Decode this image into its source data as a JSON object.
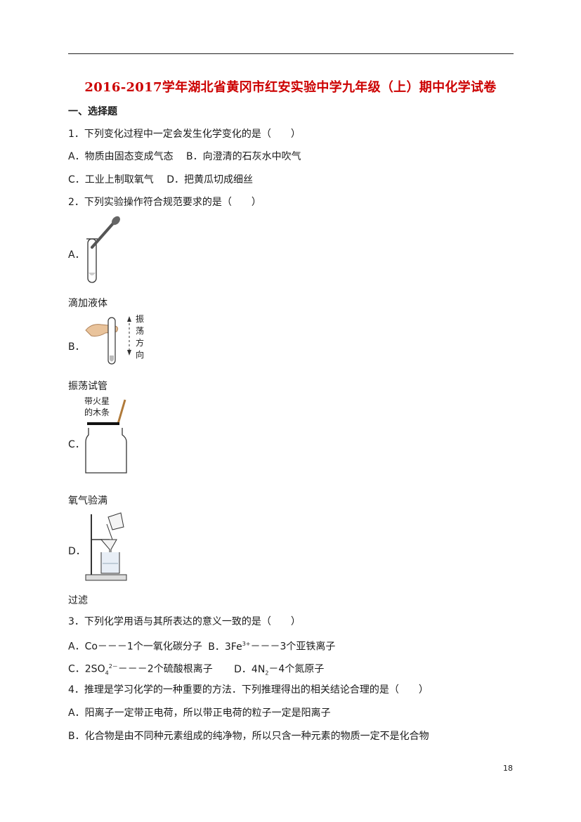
{
  "header": {
    "title": "2016-2017学年湖北省黄冈市红安实验中学九年级（上）期中化学试卷"
  },
  "section1": "一、选择题",
  "q1": {
    "stem": "1．下列变化过程中一定会发生化学变化的是（　　）",
    "line_ab": "A．物质由固态变成气态　 B．向澄清的石灰水中吹气",
    "line_cd": "C．工业上制取氧气　 D．把黄瓜切成细丝"
  },
  "q2": {
    "stem": "2．下列实验操作符合规范要求的是（　　）",
    "a_label": "A．",
    "a_caption": "滴加液体",
    "b_label": "B．",
    "b_caption": "振荡试管",
    "b_fig_text": [
      "振",
      "荡",
      "方",
      "向"
    ],
    "c_label": "C．",
    "c_caption": "氧气验满",
    "c_fig_text": [
      "带火星",
      "的木条"
    ],
    "d_label": "D．",
    "d_caption": "过滤"
  },
  "q3": {
    "stem": "3．下列化学用语与其所表达的意义一致的是（　　）",
    "a_text": "A．Co－－－1个一氧化碳分子",
    "b_pre": "B．3Fe",
    "b_sup": "3+",
    "b_post": "－－－3个亚铁离子",
    "c_pre": "C．2SO",
    "c_sub": "4",
    "c_sup": "2－",
    "c_post": "－－－2个硫酸根离子",
    "d_pre": "D．4N",
    "d_sub": "2",
    "d_post": "－4个氮原子"
  },
  "q4": {
    "stem": "4．推理是学习化学的一种重要的方法．下列推理得出的相关结论合理的是（　　）",
    "a_text": "A．阳离子一定带正电荷，所以带正电荷的粒子一定是阳离子",
    "b_text": "B．化合物是由不同种元素组成的纯净物，所以只含一种元素的物质一定不是化合物"
  },
  "page_number": "18",
  "colors": {
    "title": "#cc0000",
    "text": "#1a1a1a"
  }
}
